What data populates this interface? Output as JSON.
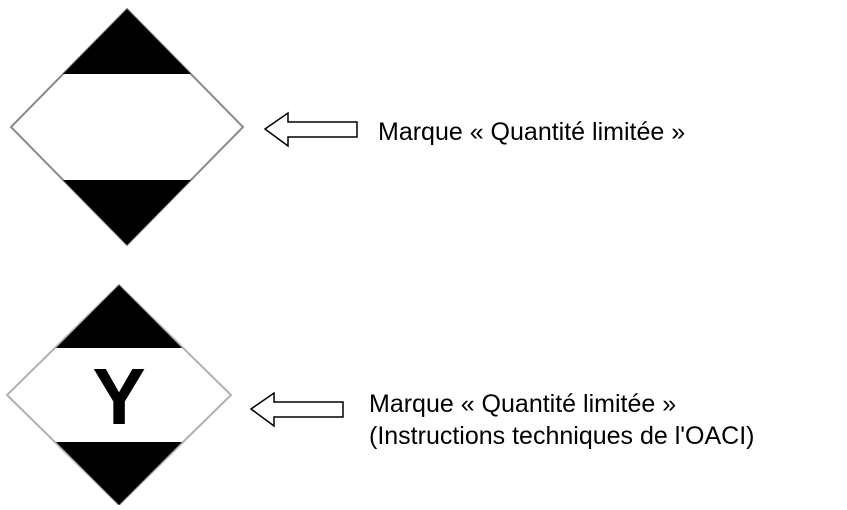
{
  "marks": [
    {
      "name": "limited-quantity-mark",
      "letter": "",
      "caption_lines": [
        "Marque « Quantité limitée »"
      ]
    },
    {
      "name": "limited-quantity-mark-icao",
      "letter": "Y",
      "caption_lines": [
        "Marque « Quantité limitée »",
        "(Instructions techniques de l'OACI)"
      ]
    }
  ],
  "colors": {
    "fill": "#000000",
    "background": "#ffffff",
    "outline": "#8a8a8a"
  }
}
